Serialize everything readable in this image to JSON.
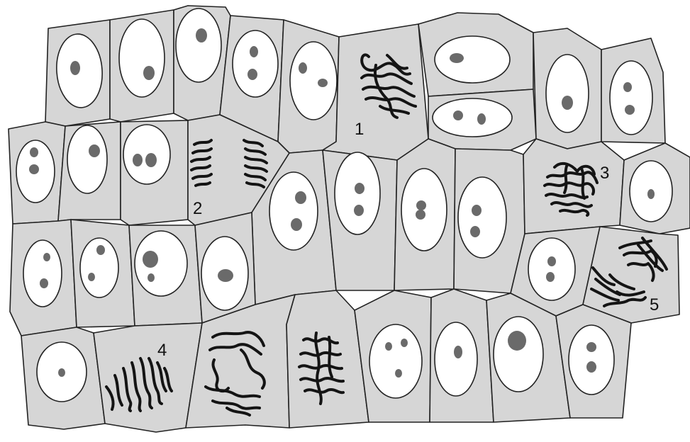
{
  "diagram": {
    "labels": [
      {
        "id": "label-1",
        "text": "1"
      },
      {
        "id": "label-2",
        "text": "2"
      },
      {
        "id": "label-3",
        "text": "3"
      },
      {
        "id": "label-4",
        "text": "4"
      },
      {
        "id": "label-5",
        "text": "5"
      }
    ]
  },
  "colors": {
    "cytoplasm": "#d6d6d6",
    "nucleus": "#ffffff",
    "nucleolus": "#6a6a6a",
    "chromosome": "#141414",
    "outline": "#222222"
  }
}
